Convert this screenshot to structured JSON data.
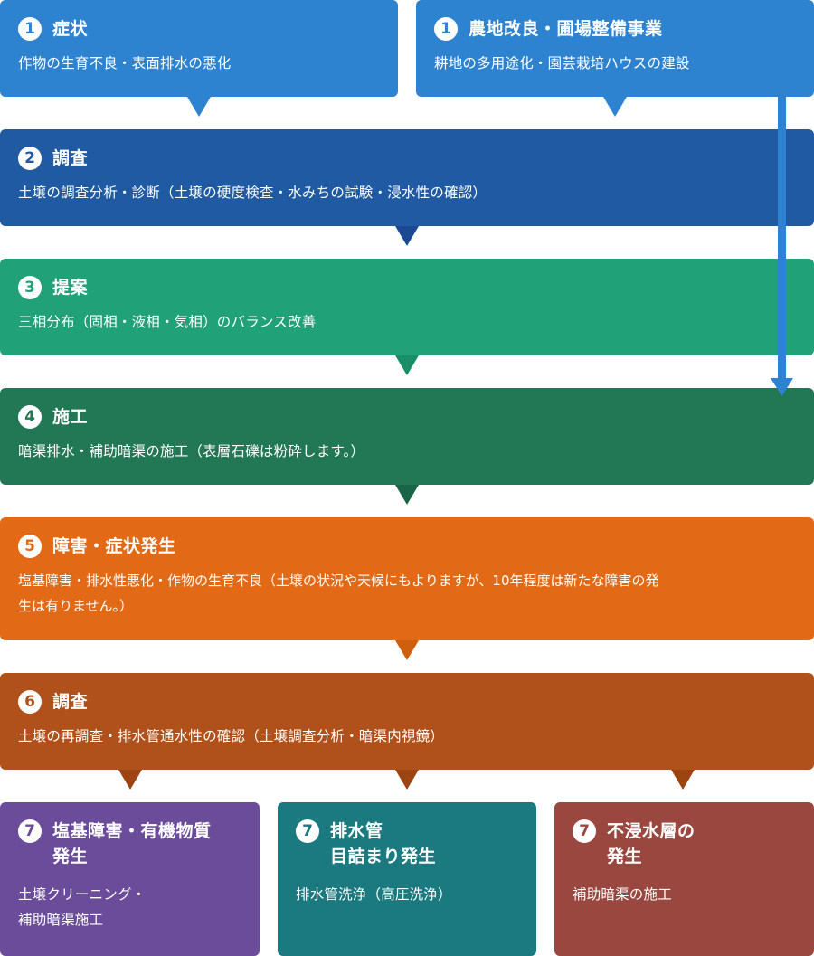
{
  "colors": {
    "box1a": "#2e83d0",
    "box1b": "#2e83d0",
    "box2": "#1f5aa3",
    "box3": "#21a177",
    "box4": "#227754",
    "box5": "#e26a16",
    "box6": "#b0511b",
    "box7a": "#6b4c9a",
    "box7b": "#1b7a80",
    "box7c": "#9a4740",
    "arrow1": "#2e83d0",
    "arrow2": "#1b4a93",
    "arrow3": "#1a8e66",
    "arrow4": "#1a6447",
    "arrow5": "#cf5e0e",
    "arrow6": "#9c4512",
    "side_arrow": "#2e83d0"
  },
  "steps": {
    "s1a": {
      "num": "1",
      "title": "症状",
      "desc": "作物の生育不良・表面排水の悪化"
    },
    "s1b": {
      "num": "1",
      "title": "農地改良・圃場整備事業",
      "desc": "耕地の多用途化・園芸栽培ハウスの建設"
    },
    "s2": {
      "num": "2",
      "title": "調査",
      "desc": "土壌の調査分析・診断（土壌の硬度検査・水みちの試験・浸水性の確認）"
    },
    "s3": {
      "num": "3",
      "title": "提案",
      "desc": "三相分布（固相・液相・気相）のバランス改善"
    },
    "s4": {
      "num": "4",
      "title": "施工",
      "desc": "暗渠排水・補助暗渠の施工（表層石礫は粉砕します。）"
    },
    "s5": {
      "num": "5",
      "title": "障害・症状発生",
      "desc": "塩基障害・排水性悪化・作物の生育不良（土壌の状況や天候にもよりますが、10年程度は新たな障害の発\n生は有りません。）"
    },
    "s6": {
      "num": "6",
      "title": "調査",
      "desc": "土壌の再調査・排水管通水性の確認（土壌調査分析・暗渠内視鏡）"
    },
    "s7a": {
      "num": "7",
      "title": "塩基障害・有機物質\n発生",
      "desc": "土壌クリーニング・\n補助暗渠施工"
    },
    "s7b": {
      "num": "7",
      "title": "排水管\n目詰まり発生",
      "desc": "排水管洗浄（高圧洗浄）"
    },
    "s7c": {
      "num": "7",
      "title": "不浸水層の\n発生",
      "desc": "補助暗渠の施工"
    }
  }
}
